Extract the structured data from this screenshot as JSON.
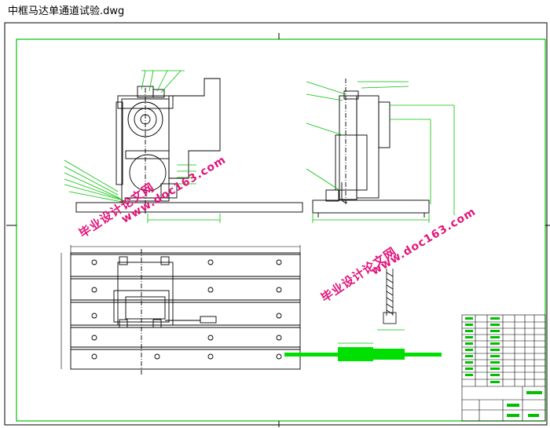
{
  "window": {
    "title": "中框马达单通道试验.dwg"
  },
  "watermarks": {
    "url": "www.doc163.com",
    "cn": "毕业设计论文网"
  },
  "colors": {
    "drawing_line": "#000000",
    "dimension": "#00c000",
    "border": "#00c000",
    "green_fill": "#00e000",
    "watermark": "#e0157a"
  }
}
